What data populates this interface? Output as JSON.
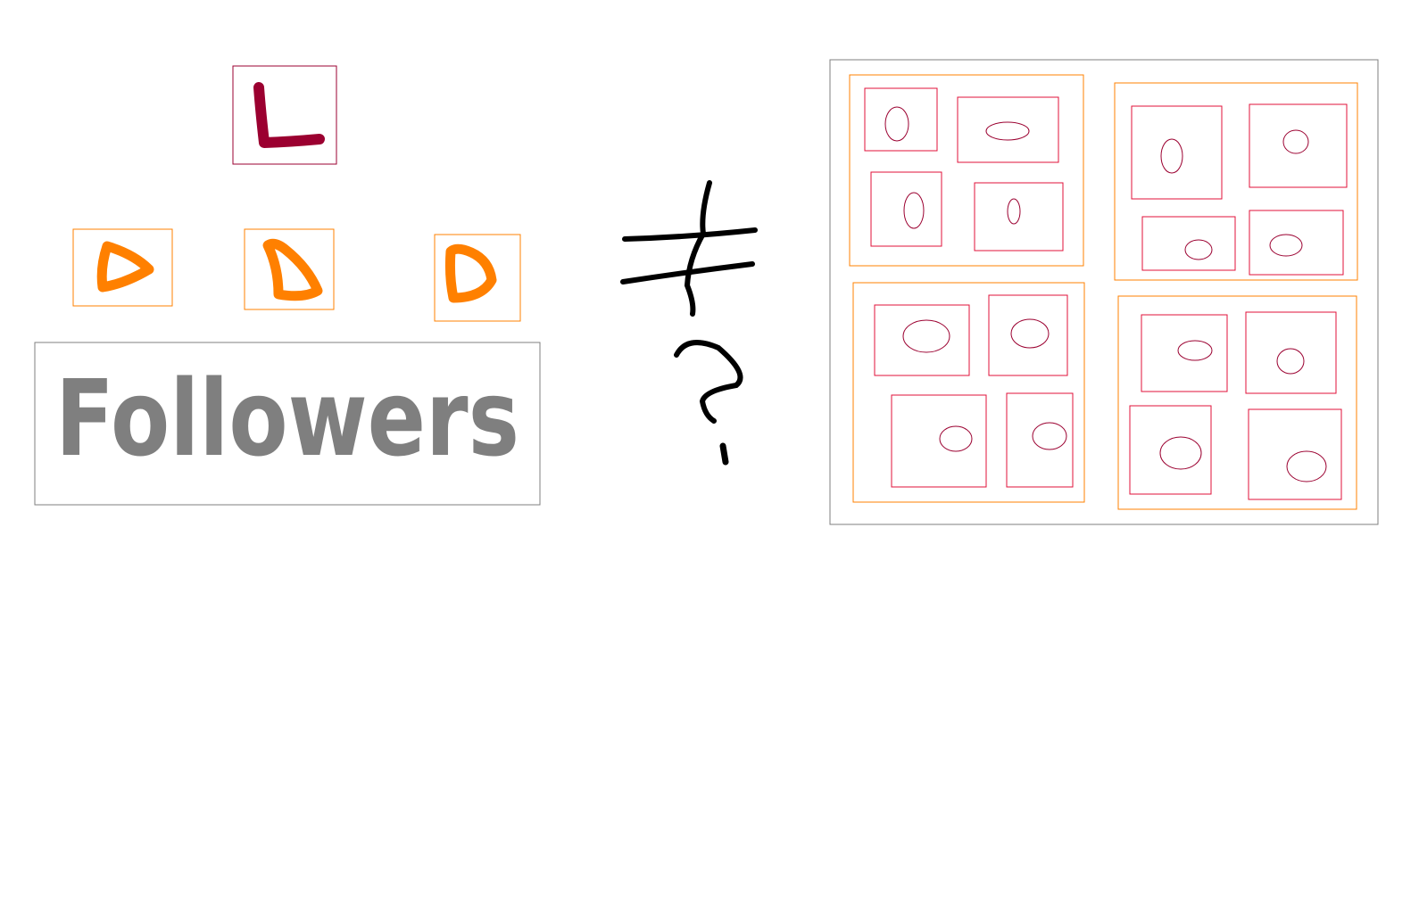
{
  "colors": {
    "background": "#ffffff",
    "leader": "#9b0030",
    "member": "#ff8000",
    "followers_text": "#7f7f7f",
    "symbol": "#000000",
    "group_border": "#ff8000",
    "item_border": "#e0103a",
    "ellipse": "#9b0030",
    "outer_border": "#7f7f7f"
  },
  "left_diagram": {
    "leader_letter": "L",
    "member_letters": [
      "D",
      "D",
      "D"
    ],
    "followers_label": "Followers"
  },
  "middle": {
    "not_equal_symbol": "≠",
    "question_symbol": "?"
  },
  "right_diagram": {
    "groups": [
      {
        "items": [
          {
            "ellipse": "tall"
          },
          {
            "ellipse": "wide"
          },
          {
            "ellipse": "tall"
          },
          {
            "ellipse": "tall"
          }
        ]
      },
      {
        "items": [
          {
            "ellipse": "tall"
          },
          {
            "ellipse": "round"
          },
          {
            "ellipse": "wide"
          },
          {
            "ellipse": "wide"
          }
        ]
      },
      {
        "items": [
          {
            "ellipse": "wide"
          },
          {
            "ellipse": "wide"
          },
          {
            "ellipse": "wide"
          },
          {
            "ellipse": "wide"
          }
        ]
      },
      {
        "items": [
          {
            "ellipse": "wide"
          },
          {
            "ellipse": "round"
          },
          {
            "ellipse": "wide"
          },
          {
            "ellipse": "wide"
          }
        ]
      }
    ]
  }
}
